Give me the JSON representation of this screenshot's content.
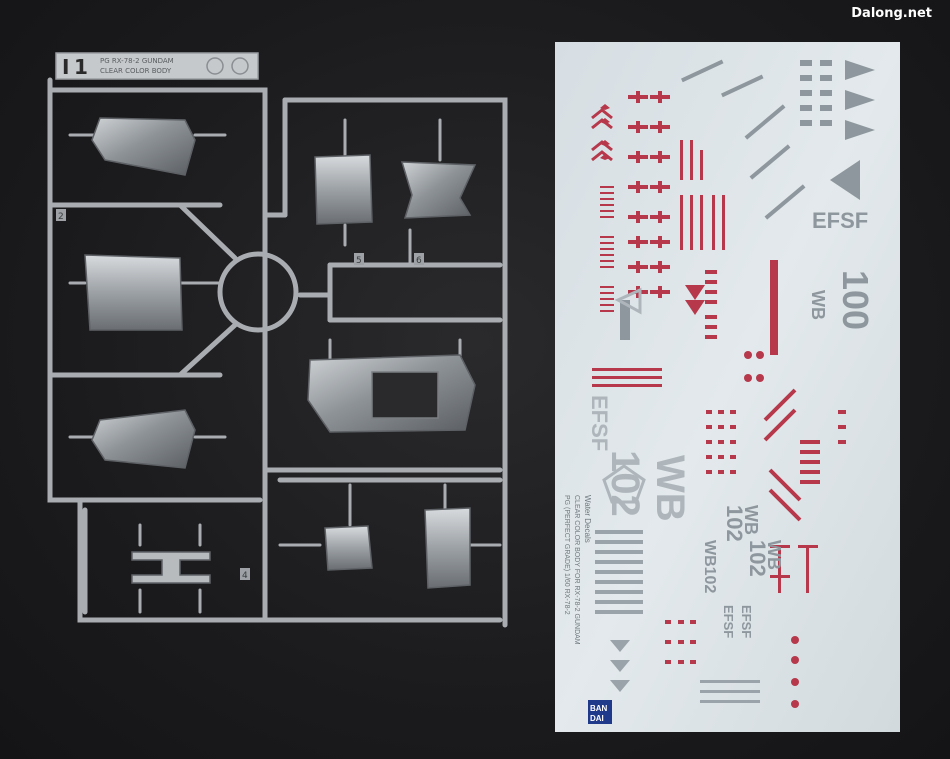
{
  "watermark": "Dalong.net",
  "runner": {
    "tag_letter": "I",
    "tag_number": "1",
    "tag_text_line1": "PG RX-78-2 GUNDAM",
    "tag_text_line2": "CLEAR COLOR BODY",
    "part_numbers": [
      "2",
      "4",
      "5",
      "6"
    ]
  },
  "decal_sheet": {
    "big_mark": "WB",
    "big_number": "102",
    "efsf_vertical": "EFSF",
    "efsf_horizontal": "EFSF",
    "number_100": "100",
    "wb_small": "WB",
    "wb_102_a": "WB",
    "wb_102_b": "102",
    "wb102_line": "WB102",
    "efsf_small_1": "EFSF",
    "efsf_small_2": "EFSF",
    "side_caption_1": "Water Decals",
    "side_caption_2": "CLEAR COLOR BODY FOR RX-78-2 GUNDAM",
    "side_caption_3": "PG (PERFECT GRADE) 1/60 RX-78-2",
    "brand_line1": "BAN",
    "brand_line2": "DAI",
    "accent_red": "#b6384a",
    "ink_grey": "#8e979d",
    "sheet_color": "#dfe6ea"
  }
}
